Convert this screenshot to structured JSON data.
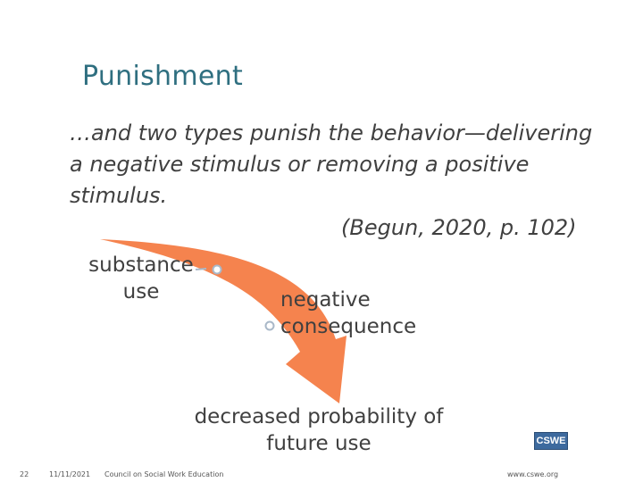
{
  "slide": {
    "title": "Punishment",
    "body": "…and two types punish the behavior—delivering a negative stimulus or removing a positive stimulus.",
    "citation": "(Begun, 2020, p. 102)"
  },
  "diagram": {
    "node_substance": "substance use",
    "node_negative": "negative consequence",
    "node_result": "decreased probability of future use",
    "arrow_color": "#f47c44",
    "connector_color": "#a9b8c8"
  },
  "footer": {
    "slide_number": "22",
    "date": "11/11/2021",
    "organization": "Council on Social Work Education",
    "website": "www.cswe.org",
    "logo_text": "CSWE"
  }
}
